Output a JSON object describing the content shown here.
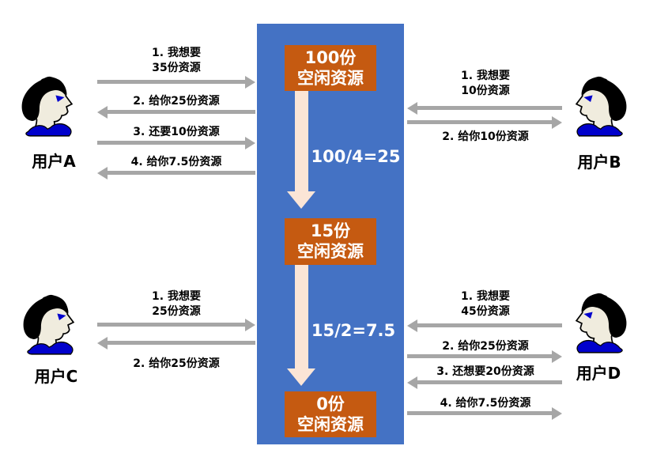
{
  "pool": {
    "stages": [
      {
        "amount": "100份",
        "label": "空闲资源"
      },
      {
        "amount": "15份",
        "label": "空闲资源"
      },
      {
        "amount": "0份",
        "label": "空闲资源"
      }
    ],
    "formulas": [
      "100/4=25",
      "15/2=7.5"
    ]
  },
  "users": [
    {
      "name": "用户A",
      "messages": [
        {
          "lines": [
            "1. 我想要",
            "35份资源"
          ],
          "direction": "to-center"
        },
        {
          "lines": [
            "2. 给你25份资源"
          ],
          "direction": "to-user"
        },
        {
          "lines": [
            "3. 还要10份资源"
          ],
          "direction": "to-center"
        },
        {
          "lines": [
            "4. 给你7.5份资源"
          ],
          "direction": "to-user"
        }
      ]
    },
    {
      "name": "用户B",
      "messages": [
        {
          "lines": [
            "1. 我想要",
            "10份资源"
          ],
          "direction": "to-center"
        },
        {
          "lines": [
            "2. 给你10份资源"
          ],
          "direction": "to-user"
        }
      ]
    },
    {
      "name": "用户C",
      "messages": [
        {
          "lines": [
            "1. 我想要",
            "25份资源"
          ],
          "direction": "to-center"
        },
        {
          "lines": [
            "2. 给你25份资源"
          ],
          "direction": "to-user"
        }
      ]
    },
    {
      "name": "用户D",
      "messages": [
        {
          "lines": [
            "1. 我想要",
            "45份资源"
          ],
          "direction": "to-center"
        },
        {
          "lines": [
            "2. 给你25份资源"
          ],
          "direction": "to-user"
        },
        {
          "lines": [
            "3. 还想要20份资源"
          ],
          "direction": "to-center"
        },
        {
          "lines": [
            "4. 给你7.5份资源"
          ],
          "direction": "to-user"
        }
      ]
    }
  ],
  "colors": {
    "pool_blue": "#4472C4",
    "box_orange": "#C55A11",
    "pool_arrow_peach": "#FBE5D6",
    "message_arrow_gray": "#A6A6A6",
    "collar_blue": "#0000CC",
    "face_cream": "#F0ECDE",
    "text_black": "#000000",
    "text_white": "#FFFFFF"
  }
}
